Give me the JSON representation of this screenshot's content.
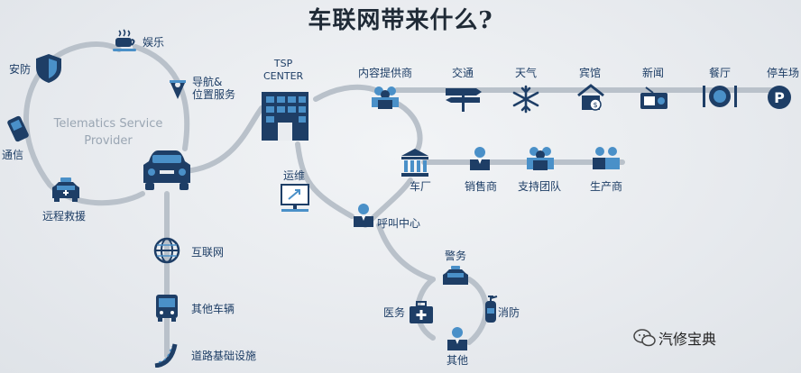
{
  "title": "车联网带来什么?",
  "tsp": {
    "line1": "TSP",
    "line2": "CENTER"
  },
  "provider": {
    "line1": "Telematics Service",
    "line2": "Provider"
  },
  "labels": {
    "entertainment": "娱乐",
    "security": "安防",
    "navigation_line1": "导航&",
    "navigation_line2": "位置服务",
    "communication": "通信",
    "rescue": "远程救援",
    "content_provider": "内容提供商",
    "traffic": "交通",
    "weather": "天气",
    "hotel": "宾馆",
    "news": "新闻",
    "restaurant": "餐厅",
    "parking": "停车场",
    "manufacturer": "车厂",
    "sales": "销售商",
    "support_team": "支持团队",
    "producer": "生产商",
    "operations": "运维",
    "call_center": "呼叫中心",
    "internet": "互联网",
    "other_vehicles": "其他车辆",
    "road_infrastructure": "道路基础设施",
    "police": "警务",
    "medical": "医务",
    "fire": "消防",
    "other": "其他"
  },
  "watermark": "汽修宝典",
  "colors": {
    "primary": "#1e3e66",
    "accent": "#4a90c8",
    "line": "#b9c1ca"
  }
}
